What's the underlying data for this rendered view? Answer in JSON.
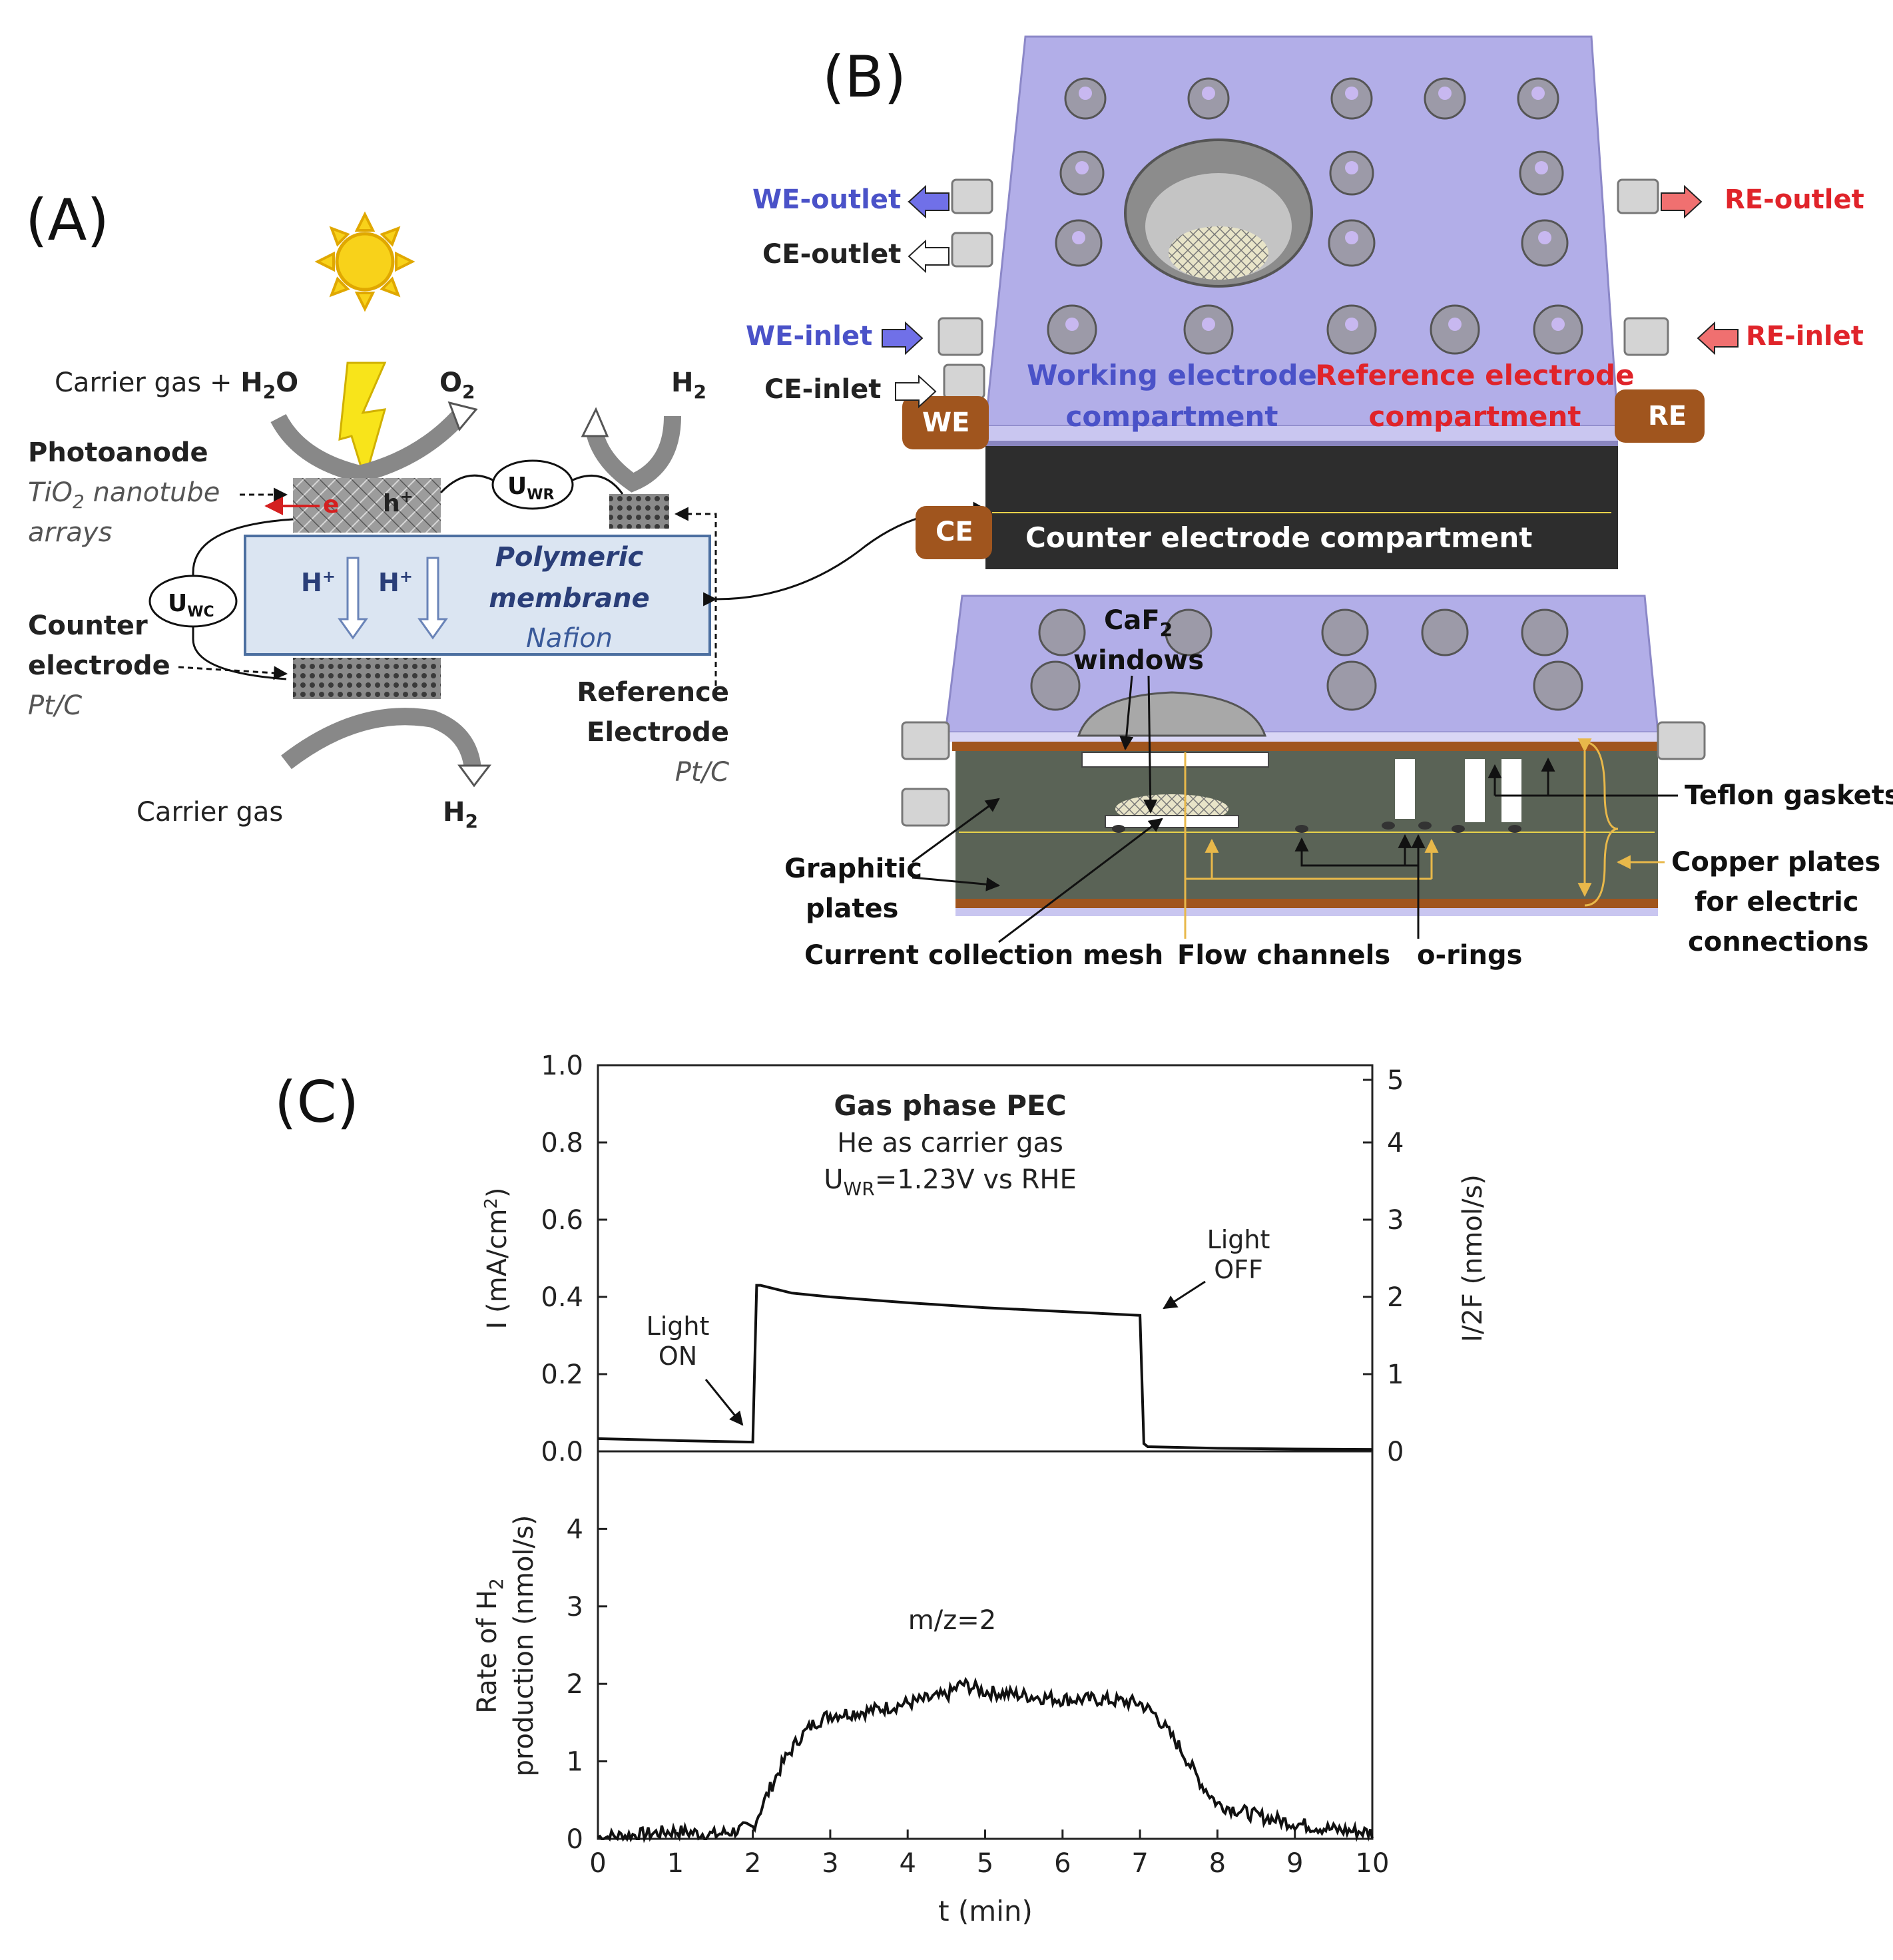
{
  "panels": {
    "A": "(A)",
    "B": "(B)",
    "C": "(C)"
  },
  "panel_a": {
    "carrier_gas_in": "Carrier gas + ",
    "h2o": "H",
    "h2o_sub": "2",
    "h2o_end": "O",
    "o2": "O",
    "o2_sub": "2",
    "h2_top": "H",
    "h2_top_sub": "2",
    "photoanode": "Photoanode",
    "tio2": "TiO",
    "tio2_sub": "2",
    "tio2_rest": " nanotube",
    "arrays": "arrays",
    "counter": "Counter",
    "electrode": "electrode",
    "ptc1": "Pt/C",
    "reference": "Reference",
    "ref_electrode": "Electrode",
    "ptc2": "Pt/C",
    "carrier_gas": "Carrier gas",
    "h2_bottom": "H",
    "h2_bottom_sub": "2",
    "membrane1": "Polymeric",
    "membrane2": "membrane",
    "nafion": "Nafion",
    "hplus": "H",
    "hplus_sup": "+",
    "e": "e",
    "hole": "h",
    "hole_sup": "+",
    "uwr": "U",
    "uwr_sub": "WR",
    "uwc": "U",
    "uwc_sub": "WC"
  },
  "panel_b": {
    "we_outlet": "WE-outlet",
    "ce_outlet": "CE-outlet",
    "we_inlet": "WE-inlet",
    "ce_inlet": "CE-inlet",
    "re_outlet": "RE-outlet",
    "re_inlet": "RE-inlet",
    "we_tab": "WE",
    "re_tab": "RE",
    "ce_tab": "CE",
    "working1": "Working electrode",
    "working2": "compartment",
    "reference1": "Reference electrode",
    "reference2": "compartment",
    "counter_comp": "Counter electrode compartment",
    "caf2": "CaF",
    "caf2_sub": "2",
    "windows": "windows",
    "teflon": "Teflon gaskets",
    "graphitic1": "Graphitic",
    "graphitic2": "plates",
    "copper1": "Copper plates",
    "copper2": "for electric",
    "copper3": "connections",
    "mesh": "Current collection mesh",
    "flow": "Flow channels",
    "orings": "o-rings",
    "colors": {
      "we": "#4a52c8",
      "re": "#e0242a",
      "tab": "#a0551e",
      "plate": "#b2aee8"
    }
  },
  "chart_data": [
    {
      "type": "line",
      "title": "Gas phase PEC",
      "subtitle": "He as carrier gas",
      "condition": "U",
      "condition_sub": "WR",
      "condition_rest": "=1.23V vs RHE",
      "ylabel": "I  (mA/cm",
      "ylabel_sup": "2",
      "ylabel_end": ")",
      "y2label": "I/2F (nmol/s)",
      "ylim": [
        0,
        1.0
      ],
      "y2lim": [
        0,
        5
      ],
      "yticks": [
        "0.0",
        "0.2",
        "0.4",
        "0.6",
        "0.8",
        "1.0"
      ],
      "y2ticks": [
        "0",
        "1",
        "2",
        "3",
        "4",
        "5"
      ],
      "annotations": {
        "on1": "Light",
        "on2": "ON",
        "off1": "Light",
        "off2": "OFF"
      },
      "x": [
        0,
        1,
        2,
        2.05,
        2.1,
        2.5,
        3,
        4,
        5,
        6,
        7,
        7.05,
        7.1,
        8,
        9,
        10
      ],
      "y": [
        0.033,
        0.028,
        0.024,
        0.43,
        0.43,
        0.41,
        0.4,
        0.385,
        0.372,
        0.362,
        0.352,
        0.02,
        0.012,
        0.008,
        0.006,
        0.005
      ]
    },
    {
      "type": "line",
      "label": "m/z=2",
      "ylabel1": "Rate of H",
      "ylabel1_sub": "2",
      "ylabel2": "production (nmol/s)",
      "xlabel": "t (min)",
      "xlim": [
        0,
        10
      ],
      "ylim": [
        0,
        5
      ],
      "xticks": [
        "0",
        "1",
        "2",
        "3",
        "4",
        "5",
        "6",
        "7",
        "8",
        "9",
        "10"
      ],
      "yticks": [
        "0",
        "1",
        "2",
        "3",
        "4"
      ],
      "x": [
        0,
        0.5,
        1,
        1.5,
        2,
        2.2,
        2.4,
        2.6,
        2.8,
        3,
        3.5,
        4,
        4.5,
        4.7,
        5,
        5.5,
        6,
        6.5,
        7,
        7.2,
        7.5,
        7.8,
        8,
        8.5,
        9,
        9.5,
        10
      ],
      "y": [
        0.02,
        0.05,
        0.1,
        0.05,
        0.15,
        0.6,
        1.0,
        1.3,
        1.5,
        1.6,
        1.65,
        1.75,
        1.85,
        2.0,
        1.9,
        1.85,
        1.8,
        1.8,
        1.75,
        1.6,
        1.2,
        0.7,
        0.45,
        0.3,
        0.2,
        0.12,
        0.08
      ]
    }
  ]
}
